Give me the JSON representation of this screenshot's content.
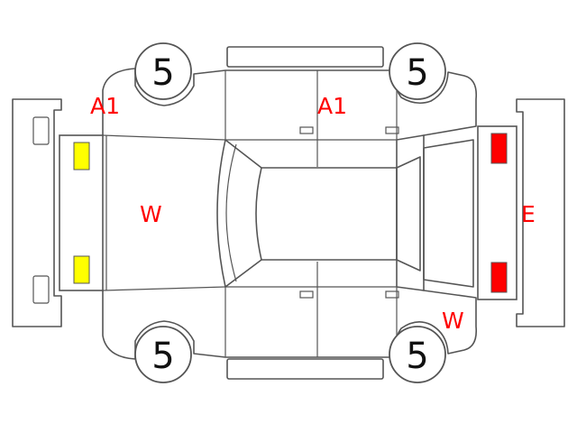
{
  "tires": {
    "front_left": "5",
    "front_right": "5",
    "rear_left": "5",
    "rear_right": "5"
  },
  "marks": {
    "a1_left": "A1",
    "a1_roof": "A1",
    "w_hood": "W",
    "w_rear_fender": "W",
    "e_rear": "E"
  },
  "colors": {
    "mark_text": "#ff0000",
    "front_lamps": "#ffff00",
    "rear_lamps": "#ff0000",
    "outline": "#555555"
  }
}
